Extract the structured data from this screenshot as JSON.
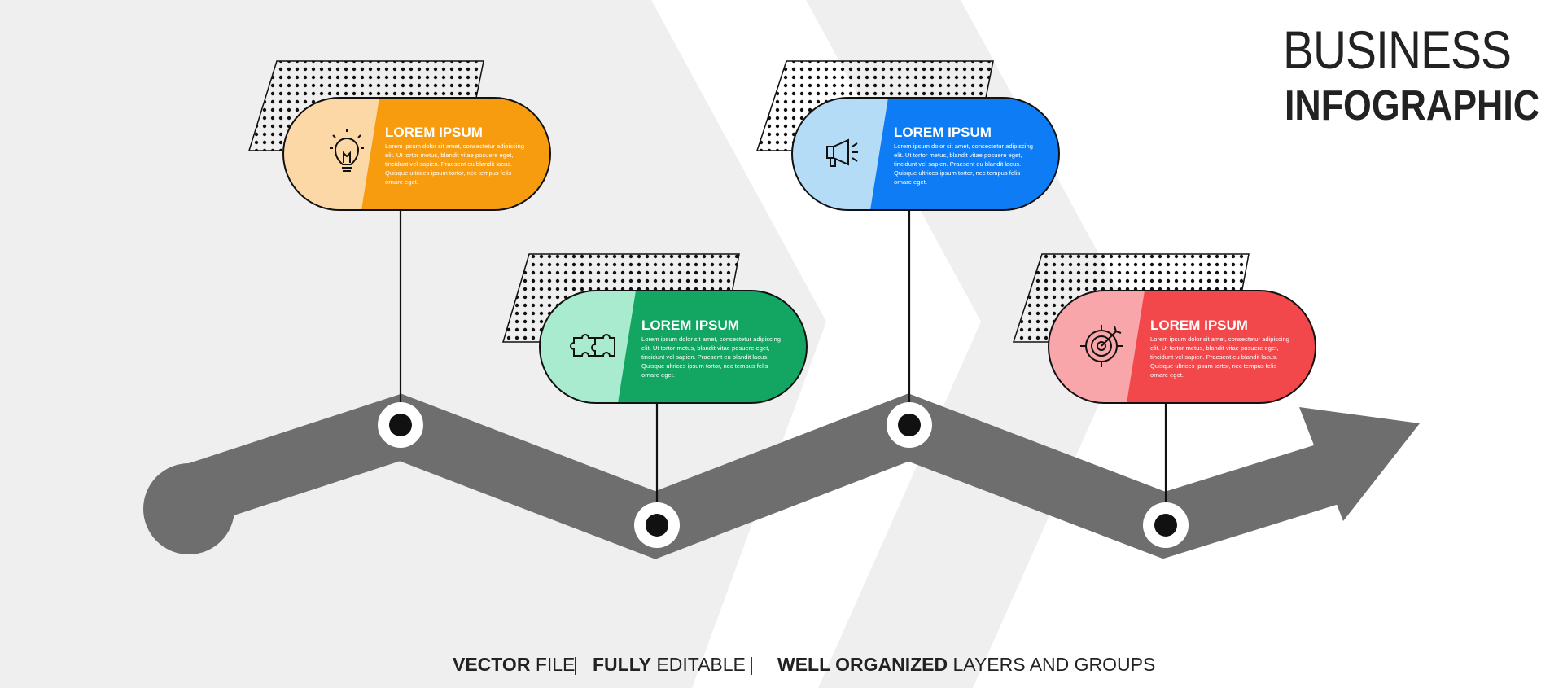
{
  "header": {
    "title_line1": "BUSINESS",
    "title_line2": "INFOGRAPHIC"
  },
  "steps": [
    {
      "heading": "LOREM IPSUM",
      "body": [
        "Lorem ipsum dolor sit amet, consectetur adipiscing",
        "elit. Ut tortor metus, blandit vitae posuere eget,",
        "tincidunt vel sapien. Praesent eu blandit lacus.",
        "Quisque ultrices ipsum tortor, nec tempus felis",
        "ornare eget."
      ],
      "icon": "lightbulb-icon",
      "color_main": "#F79B0F",
      "color_light": "#FCD8A6"
    },
    {
      "heading": "LOREM IPSUM",
      "body": [
        "Lorem ipsum dolor sit amet, consectetur adipiscing",
        "elit. Ut tortor metus, blandit vitae posuere eget,",
        "tincidunt vel sapien. Praesent eu blandit lacus.",
        "Quisque ultrices ipsum tortor, nec tempus felis",
        "ornare eget."
      ],
      "icon": "puzzle-icon",
      "color_main": "#13A662",
      "color_light": "#A8EBCF"
    },
    {
      "heading": "LOREM IPSUM",
      "body": [
        "Lorem ipsum dolor sit amet, consectetur adipiscing",
        "elit. Ut tortor metus, blandit vitae posuere eget,",
        "tincidunt vel sapien. Praesent eu blandit lacus.",
        "Quisque ultrices ipsum tortor, nec tempus felis",
        "ornare eget."
      ],
      "icon": "megaphone-icon",
      "color_main": "#0E7DF5",
      "color_light": "#B5DCF7"
    },
    {
      "heading": "LOREM IPSUM",
      "body": [
        "Lorem ipsum dolor sit amet, consectetur adipiscing",
        "elit. Ut tortor metus, blandit vitae posuere eget,",
        "tincidunt vel sapien. Praesent eu blandit lacus.",
        "Quisque ultrices ipsum tortor, nec tempus felis",
        "ornare eget."
      ],
      "icon": "target-icon",
      "color_main": "#F2484C",
      "color_light": "#F9A6AA"
    }
  ],
  "footer": {
    "part1_bold": "VECTOR",
    "part1_rest": " FILE",
    "sep1": "|",
    "part2_bold": "FULLY",
    "part2_rest": " EDITABLE",
    "sep2": "|",
    "part3_bold": "WELL ORGANIZED",
    "part3_rest": " LAYERS AND GROUPS"
  },
  "colors": {
    "path": "#6E6E6E",
    "background_chevron": "#EFEFEF"
  }
}
